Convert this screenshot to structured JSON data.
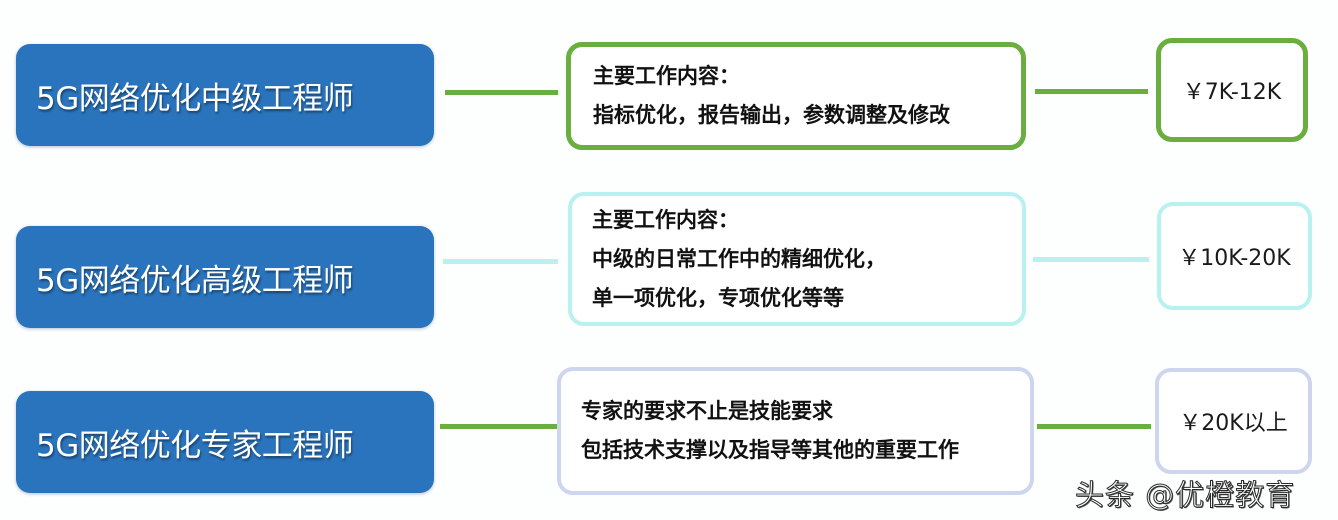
{
  "colors": {
    "role_fill": "#2a74bd",
    "tier1_accent": "#6aae3f",
    "tier2_accent": "#b9f0f0",
    "tier3_accent": "#cdd5ef",
    "tier3_connector": "#6aae3f"
  },
  "rows": [
    {
      "role": "5G网络优化中级工程师",
      "description": [
        "主要工作内容：",
        "指标优化，报告输出，参数调整及修改"
      ],
      "salary": "￥7K-12K"
    },
    {
      "role": "5G网络优化高级工程师",
      "description": [
        "主要工作内容：",
        "中级的日常工作中的精细优化，",
        "单一项优化，专项优化等等"
      ],
      "salary": "￥10K-20K"
    },
    {
      "role": "5G网络优化专家工程师",
      "description": [
        "专家的要求不止是技能要求",
        "包括技术支撑以及指导等其他的重要工作"
      ],
      "salary": "￥20K以上"
    }
  ],
  "watermark": "头条 @优橙教育"
}
